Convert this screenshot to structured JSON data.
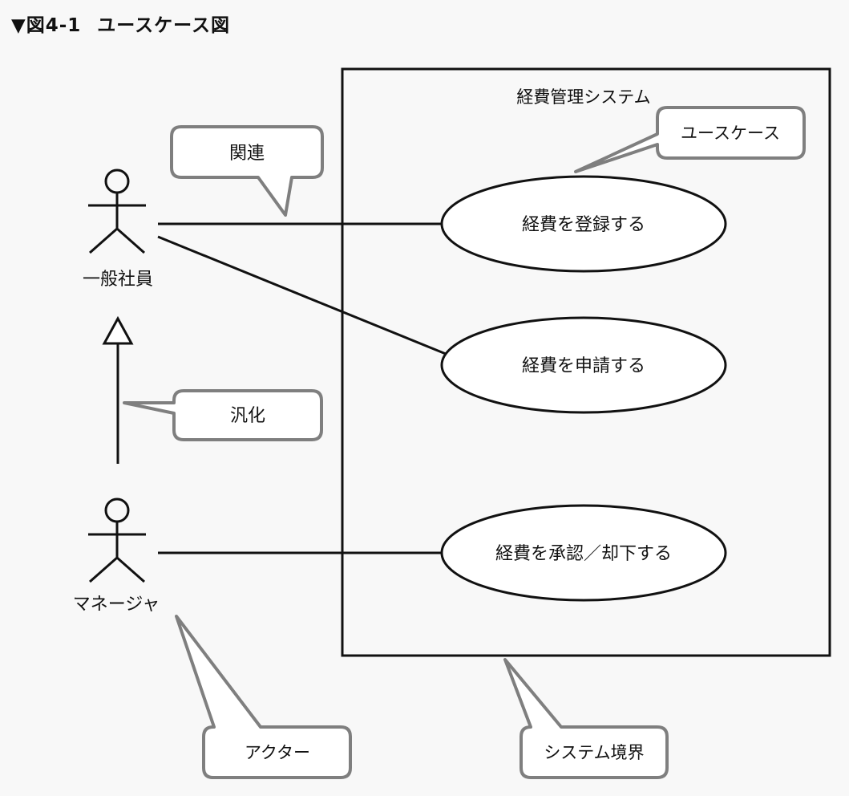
{
  "figure": {
    "marker": "▼",
    "number": "図4-1",
    "title": "ユースケース図"
  },
  "system": {
    "name": "経費管理システム"
  },
  "actors": [
    {
      "id": "employee",
      "label": "一般社員"
    },
    {
      "id": "manager",
      "label": "マネージャ"
    }
  ],
  "use_cases": [
    {
      "id": "register",
      "label": "経費を登録する"
    },
    {
      "id": "apply",
      "label": "経費を申請する"
    },
    {
      "id": "approve",
      "label": "経費を承認／却下する"
    }
  ],
  "callouts": {
    "association": "関連",
    "use_case": "ユースケース",
    "generalization": "汎化",
    "actor": "アクター",
    "system_boundary": "システム境界"
  },
  "colors": {
    "line": "#111111",
    "callout_border": "#7f7f7f",
    "callout_fill": "#ffffff",
    "background": "#f8f8f8"
  }
}
